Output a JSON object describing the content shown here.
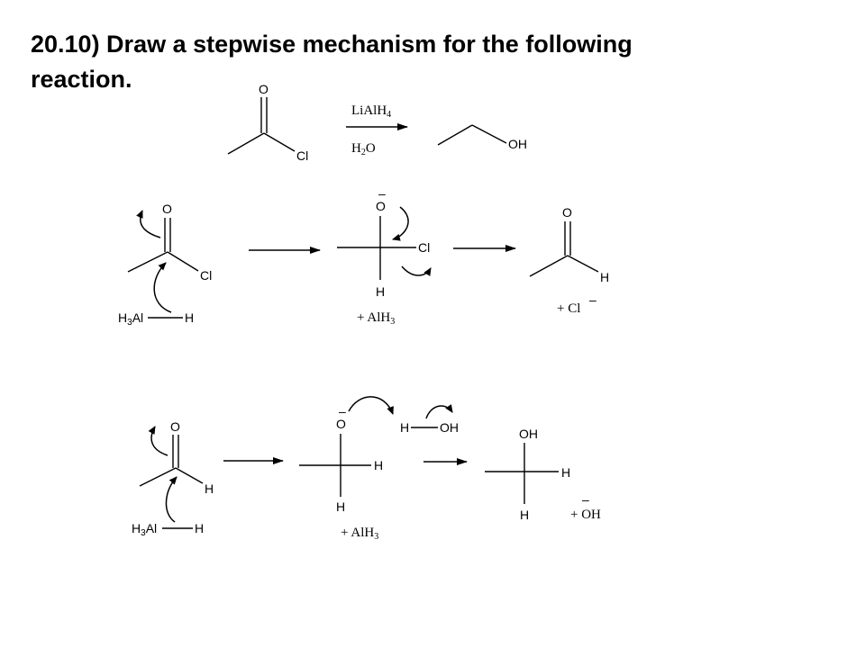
{
  "title": {
    "line1": "20.10)  Draw a stepwise mechanism for the following",
    "line2": "reaction."
  },
  "overall": {
    "reagent_top": "LiAlH",
    "reagent_top_sub": "4",
    "reagent_bottom_h": "H",
    "reagent_bottom_sub": "2",
    "reagent_bottom_o": "O",
    "sm_o": "O",
    "sm_cl": "Cl",
    "product_oh": "OH"
  },
  "step1": {
    "acyl_o": "O",
    "acyl_cl": "Cl",
    "hydride_h3": "H",
    "hydride_sub": "3",
    "hydride_al": "Al",
    "hydride_h": "H",
    "tet_charge": "–",
    "tet_o": "O",
    "tet_cl": "Cl",
    "tet_h": "H",
    "byproduct": "+ AlH",
    "byproduct_sub": "3",
    "ald_o": "O",
    "ald_h": "H",
    "chloride": "+ Cl",
    "chloride_charge": "–"
  },
  "step2": {
    "ald_o": "O",
    "ald_h": "H",
    "hydride_h3": "H",
    "hydride_sub": "3",
    "hydride_al": "Al",
    "hydride_h": "H",
    "alk_charge": "–",
    "alk_o": "O",
    "alk_h_right": "H",
    "alk_h_bottom": "H",
    "byproduct": "+ AlH",
    "byproduct_sub": "3",
    "water_h": "H",
    "water_oh": "OH",
    "alc_oh": "OH",
    "alc_h_right": "H",
    "alc_h_bottom": "H",
    "hydroxide": "+ OH",
    "hydroxide_charge": "–"
  }
}
